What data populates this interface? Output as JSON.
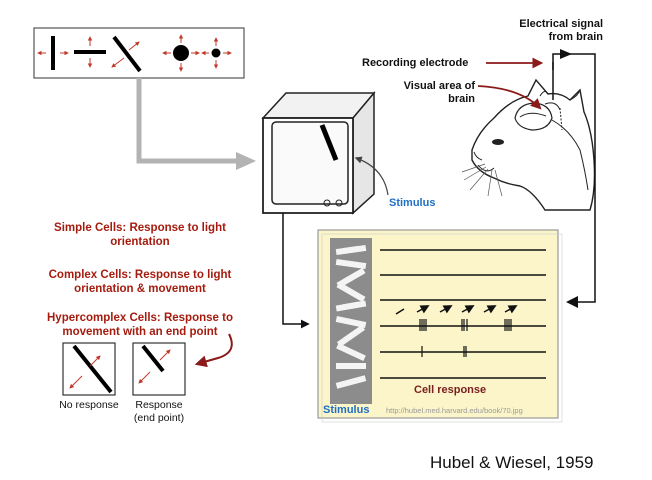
{
  "labels": {
    "electrical_signal": "Electrical signal\nfrom brain",
    "recording_electrode": "Recording electrode",
    "visual_area": "Visual area of\nbrain",
    "stimulus_monitor": "Stimulus",
    "stimulus_panel": "Stimulus",
    "cell_response": "Cell response",
    "url": "http://hubel.med.harvard.edu/book/70.jpg"
  },
  "cell_types": [
    "Simple Cells: Response to light\norientation",
    "Complex Cells: Response to light\norientation & movement",
    "Hypercomplex Cells: Response to\nmovement with an end point"
  ],
  "examples": {
    "no_response": "No response",
    "response": "Response\n(end point)"
  },
  "citation": "Hubel & Wiesel, 1959",
  "colors": {
    "red": "#a51c0f",
    "blue": "#1f6fc4",
    "panel": "#fbf5c9",
    "gray_arrow": "#b3b3b3"
  }
}
